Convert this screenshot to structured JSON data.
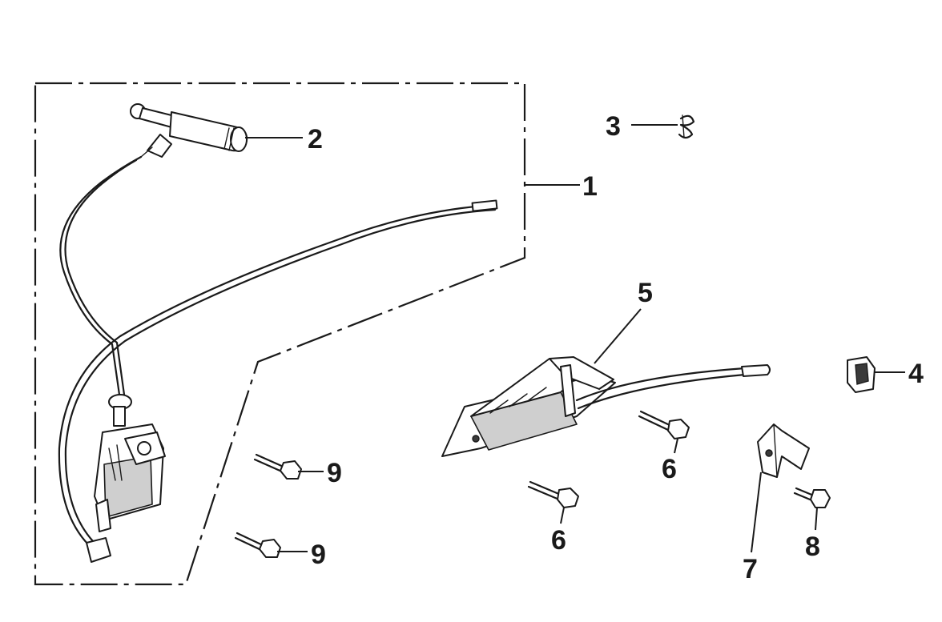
{
  "callouts": [
    {
      "id": "1",
      "text": "1"
    },
    {
      "id": "2",
      "text": "2"
    },
    {
      "id": "3",
      "text": "3"
    },
    {
      "id": "4",
      "text": "4"
    },
    {
      "id": "5",
      "text": "5"
    },
    {
      "id": "6a",
      "text": "6"
    },
    {
      "id": "6b",
      "text": "6"
    },
    {
      "id": "7",
      "text": "7"
    },
    {
      "id": "8",
      "text": "8"
    },
    {
      "id": "9a",
      "text": "9"
    },
    {
      "id": "9b",
      "text": "9"
    }
  ],
  "colors": {
    "ink": "#1a1a1a",
    "background": "#ffffff",
    "shade": "#cfcfcf"
  }
}
